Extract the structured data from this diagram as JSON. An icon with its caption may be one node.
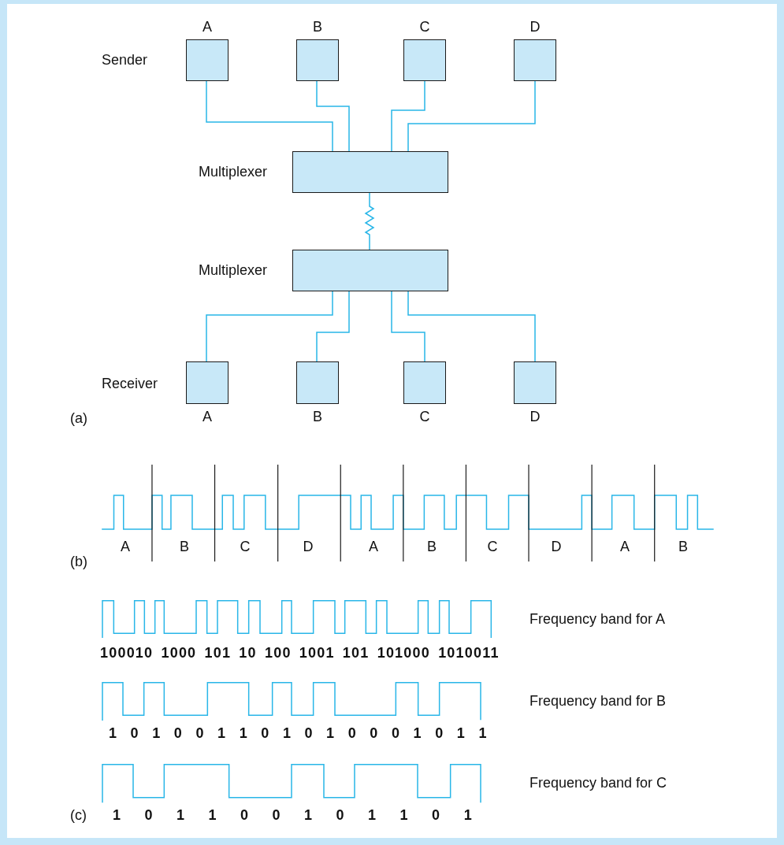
{
  "diagram": {
    "nodes": [
      {
        "text": [
          "A"
        ]
      },
      {
        "text": [
          "B"
        ]
      },
      {
        "text": [
          "C"
        ]
      },
      {
        "text": [
          "D"
        ]
      },
      {
        "text": [],
        "shape": "box",
        "beside": [
          "Multiplexer"
        ]
      },
      {
        "text": [],
        "shape": "box",
        "beside": [
          "Multiplexer"
        ]
      },
      {
        "text": [
          "A"
        ]
      },
      {
        "text": [
          "B"
        ]
      },
      {
        "text": [
          "C"
        ]
      },
      {
        "text": [
          "D"
        ]
      }
    ],
    "edges": [
      {
        "from": 0,
        "to": 4,
        "arrow": "none"
      },
      {
        "from": 1,
        "to": 4,
        "arrow": "none"
      },
      {
        "from": 2,
        "to": 4,
        "arrow": "none"
      },
      {
        "from": 3,
        "to": 4,
        "arrow": "none"
      },
      {
        "from": 4,
        "to": 5,
        "arrow": "none"
      },
      {
        "from": 5,
        "to": 6,
        "arrow": "none"
      },
      {
        "from": 5,
        "to": 7,
        "arrow": "none"
      },
      {
        "from": 5,
        "to": 8,
        "arrow": "none"
      },
      {
        "from": 5,
        "to": 9,
        "arrow": "none"
      }
    ],
    "labels": [
      "Sender",
      "Receiver",
      "(a)",
      "A",
      "B",
      "C",
      "D",
      "A",
      "B",
      "C",
      "D",
      "A",
      "B",
      "(b)",
      "Frequency band for A",
      "100010 1000 101 10 100 1001 101 101000 1010011",
      "Frequency band for B",
      "1 0 1 0 0 1 1 0 1 0 1 0 0 0 1 0 1 1",
      "Frequency band for C",
      "(c)",
      "1 0 1 1 0 0 1 0 1 1 0 1"
    ]
  }
}
